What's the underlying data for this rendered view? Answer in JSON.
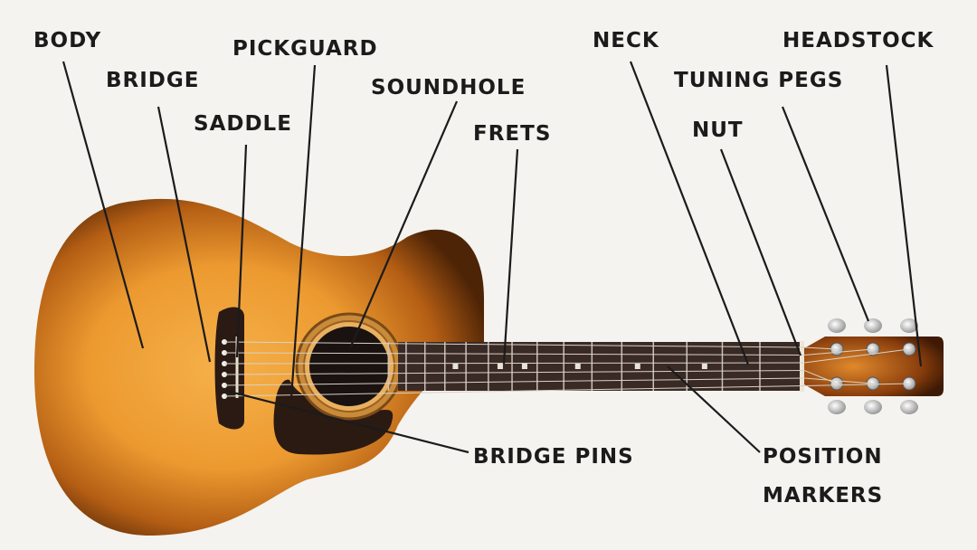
{
  "labels": {
    "body": "BODY",
    "bridge": "BRIDGE",
    "pickguard": "PICKGUARD",
    "soundhole": "SOUNDHOLE",
    "saddle": "SADDLE",
    "frets": "FRETS",
    "neck": "NECK",
    "headstock": "HEADSTOCK",
    "tuning_pegs": "TUNING PEGS",
    "nut": "NUT",
    "bridge_pins": "BRIDGE PINS",
    "position_markers_1": "POSITION",
    "position_markers_2": "MARKERS"
  },
  "colors": {
    "background": "#f4f3ef",
    "label": "#1b1b1b",
    "body_center": "#f2a640",
    "body_edge": "#5a2a08",
    "fretboard": "#3a2a26"
  }
}
